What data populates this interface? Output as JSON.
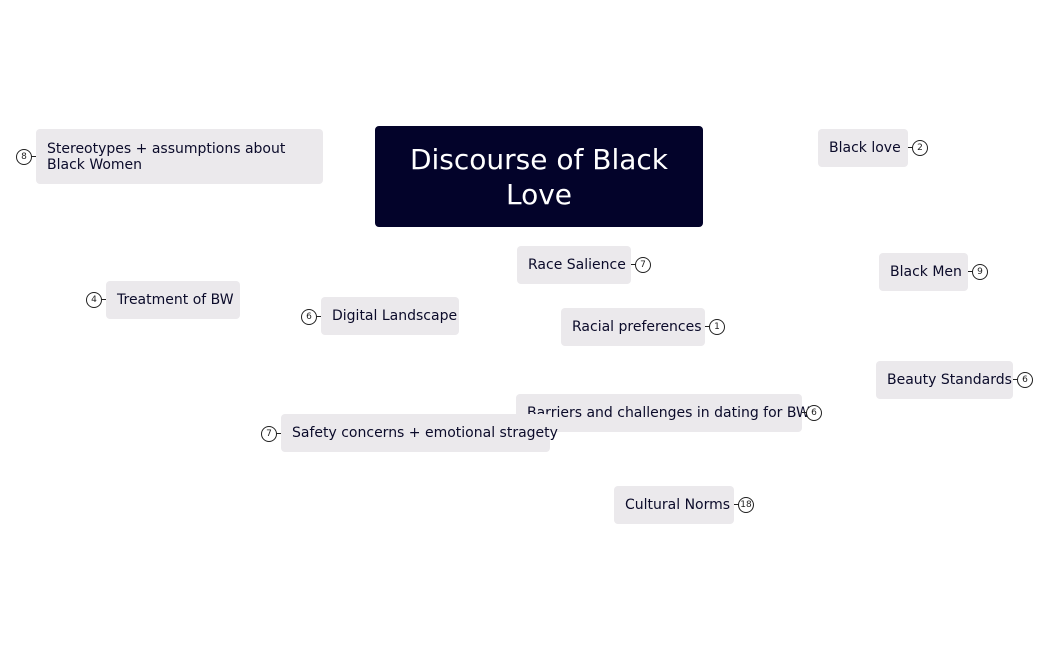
{
  "map": {
    "central_topic": "Discourse of Black Love",
    "topics": [
      {
        "label": "Stereotypes + assumptions about Black Women",
        "count": "8"
      },
      {
        "label": "Black love",
        "count": "2"
      },
      {
        "label": "Race Salience",
        "count": "7"
      },
      {
        "label": "Black Men",
        "count": "9"
      },
      {
        "label": "Treatment of BW",
        "count": "4"
      },
      {
        "label": "Digital Landscape",
        "count": "6"
      },
      {
        "label": "Racial preferences",
        "count": "1"
      },
      {
        "label": "Beauty Standards",
        "count": "6"
      },
      {
        "label": "Barriers and challenges in dating for BW",
        "count": "6"
      },
      {
        "label": "Safety concerns + emotional stragety",
        "count": "7"
      },
      {
        "label": "Cultural Norms",
        "count": "18"
      }
    ]
  }
}
